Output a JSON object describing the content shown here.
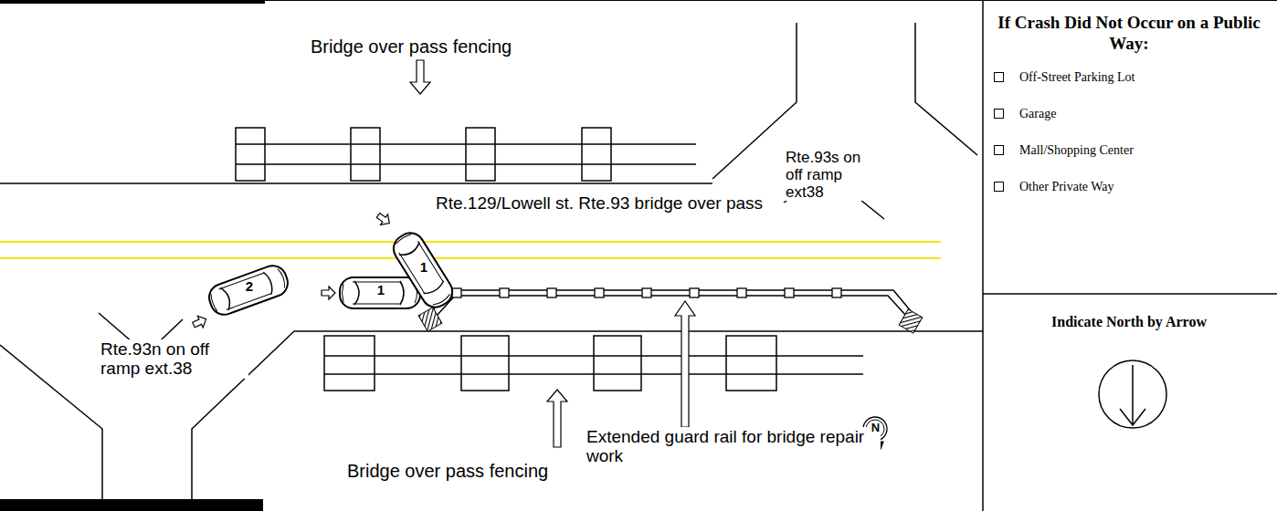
{
  "diagram": {
    "nodes": [
      {
        "text": [
          "If Crash Did Not Occur on a Public Way:",
          "Off-Street Parking Lot",
          "Garage",
          "Mall/Shopping Center",
          "Other Private Way"
        ]
      },
      {
        "text": [
          "Indicate North by Arrow"
        ]
      }
    ],
    "labels": [
      "Bridge over pass fencing",
      "Rte.93s on off ramp ext38",
      "Rte.129/Lowell st. Rte.93 bridge over pass",
      "2",
      "1",
      "1",
      "Rte.93n on off ramp ext.38",
      "Extended guard rail for bridge repair work",
      "Bridge over pass fencing",
      "N"
    ]
  }
}
